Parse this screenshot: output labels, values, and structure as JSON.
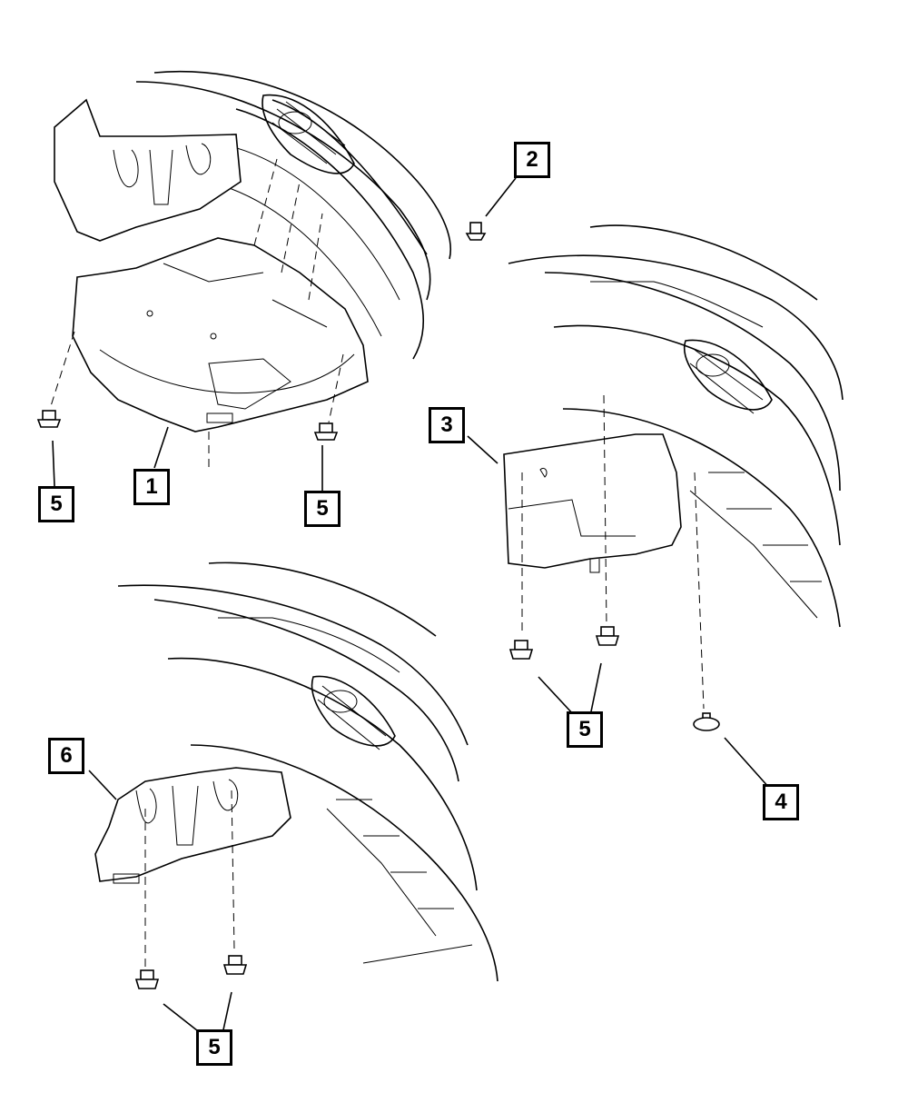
{
  "callouts": [
    {
      "id": "c1",
      "label": "1"
    },
    {
      "id": "c2",
      "label": "2"
    },
    {
      "id": "c3",
      "label": "3"
    },
    {
      "id": "c4",
      "label": "4"
    },
    {
      "id": "c5a",
      "label": "5"
    },
    {
      "id": "c5b",
      "label": "5"
    },
    {
      "id": "c5c",
      "label": "5"
    },
    {
      "id": "c5d",
      "label": "5"
    },
    {
      "id": "c6",
      "label": "6"
    }
  ],
  "colors": {
    "line": "#000000",
    "background": "#ffffff"
  }
}
